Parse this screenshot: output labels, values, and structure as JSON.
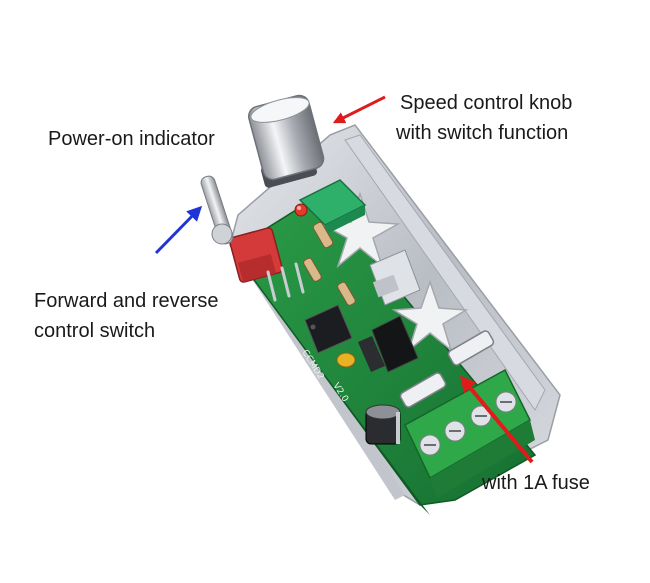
{
  "labels": {
    "speed_knob_line1": "Speed control knob",
    "speed_knob_line2": "with switch function",
    "power_indicator": "Power-on indicator",
    "direction_switch_line1": "Forward and reverse",
    "direction_switch_line2": "control switch",
    "fuse": "with 1A fuse"
  },
  "board_print": {
    "model": "CCMD2",
    "version": "V2.0"
  },
  "colors": {
    "arrow_red": "#e01b1b",
    "arrow_blue": "#1f34d6",
    "pcb_green": "#1f8a3a",
    "terminal_green": "#2fa84a",
    "switch_red": "#d43a3a",
    "housing_metal": "#c9ccd2"
  }
}
